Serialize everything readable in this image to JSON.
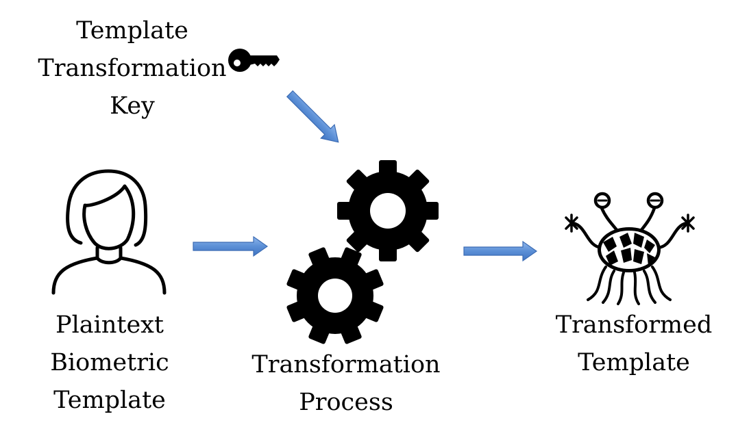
{
  "labels": {
    "key": [
      "Template",
      "Transformation",
      "Key"
    ],
    "plaintext": [
      "Plaintext",
      "Biometric",
      "Template"
    ],
    "process": [
      "Transformation",
      "Process"
    ],
    "transformed": [
      "Transformed",
      "Template"
    ]
  },
  "icons": {
    "key": "key-icon",
    "person": "person-icon",
    "gears": "gears-icon",
    "creature": "spaghetti-monster-icon"
  },
  "colors": {
    "arrow_fill": "#5b8fd6",
    "arrow_stroke": "#3b6bb3",
    "icon": "#000000"
  }
}
